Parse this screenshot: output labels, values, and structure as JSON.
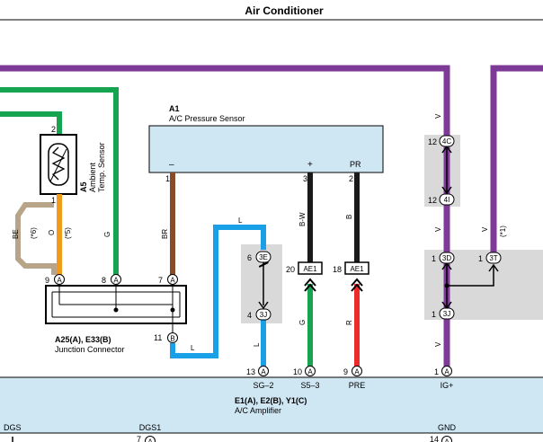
{
  "title": "Air Conditioner",
  "colors": {
    "purple": "#7d3a96",
    "green": "#17a450",
    "brown": "#8a4b2b",
    "orange": "#f29a1a",
    "tan": "#b8a488",
    "blue": "#1aa0e6",
    "black": "#1a1a1a",
    "red": "#ee2b2b",
    "box_fill": "#cfe6f3",
    "gray_fill": "#d9d9d9"
  },
  "components": {
    "a5": {
      "ref": "A5",
      "name_line1": "Ambient",
      "name_line2": "Temp. Sensor",
      "pin_top": "2",
      "pin_bottom": "1"
    },
    "a1": {
      "ref": "A1",
      "name": "A/C Pressure Sensor",
      "term_minus": "–",
      "term_plus": "+",
      "term_pr": "PR",
      "pin_1": "1",
      "pin_3": "3",
      "pin_2": "2"
    },
    "jc": {
      "ref": "A25(A), E33(B)",
      "name": "Junction Connector",
      "pin_9": "9",
      "pin_8": "8",
      "pin_7": "7",
      "pin_11": "11",
      "conn_a": "A",
      "conn_b": "B"
    },
    "amp": {
      "ref": "E1(A), E2(B), Y1(C)",
      "name": "A/C Amplifier",
      "terms": [
        "SG–2",
        "S5–3",
        "PRE",
        "IG+"
      ],
      "pins": [
        "13",
        "10",
        "9",
        "1"
      ],
      "conns": [
        "A",
        "A",
        "A",
        "A"
      ],
      "bottom_labels": [
        "DGS",
        "DGS1",
        "GND"
      ],
      "bottom_pins": [
        "7",
        "14"
      ],
      "bottom_conns": [
        "A",
        "A"
      ]
    }
  },
  "wires": {
    "be": "BE",
    "star6": "(*6)",
    "o": "O",
    "star5": "(*5)",
    "g_a5": "G",
    "br": "BR",
    "l_top": "L",
    "l_bottom": "L",
    "l_amp": "L",
    "bw": "B-W",
    "b": "B",
    "g_amp": "G",
    "r_amp": "R",
    "v1": "V",
    "v2": "V",
    "v3": "V",
    "v4": "V",
    "v5": "V",
    "star1": "(*1)"
  },
  "connectors": {
    "c3e": {
      "pin": "6",
      "label": "3E"
    },
    "c3j": {
      "pin": "4",
      "label": "3J"
    },
    "ae1_a": {
      "pin": "20",
      "label": "AE1"
    },
    "ae1_b": {
      "pin": "18",
      "label": "AE1"
    },
    "c4c": {
      "pin": "12",
      "label": "4C"
    },
    "c4i": {
      "pin": "12",
      "label": "4I"
    },
    "c3d": {
      "pin": "1",
      "label": "3D"
    },
    "c3t": {
      "pin": "1",
      "label": "3T"
    },
    "c3j_right": {
      "pin": "1",
      "label": "3J"
    }
  }
}
